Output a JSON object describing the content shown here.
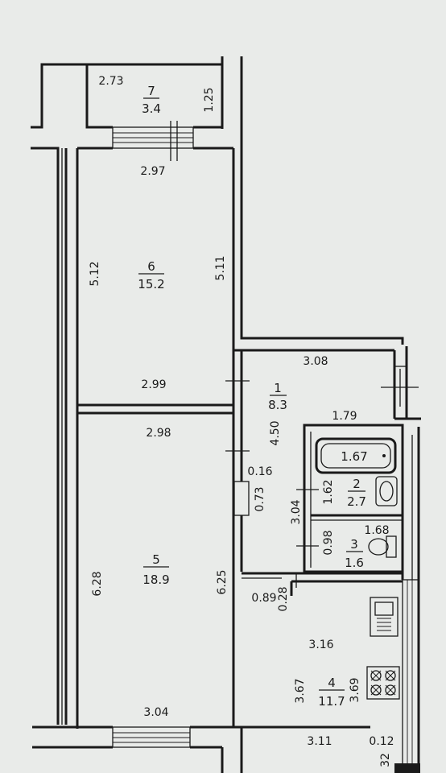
{
  "background": "#e9ebe9",
  "line_color": "#1a1a1a",
  "rooms": [
    {
      "number": "7",
      "area": "3.4"
    },
    {
      "number": "6",
      "area": "15.2"
    },
    {
      "number": "1",
      "area": "8.3"
    },
    {
      "number": "2",
      "area": "2.7"
    },
    {
      "number": "3",
      "area": "1.6"
    },
    {
      "number": "5",
      "area": "18.9"
    },
    {
      "number": "4",
      "area": "11.7"
    }
  ],
  "dimensions": {
    "balcony_width": "2.73",
    "balcony_depth": "1.25",
    "room6_top": "2.97",
    "room6_left": "5.12",
    "room6_right": "5.11",
    "room6_bottom": "2.99",
    "hall_top": "3.08",
    "hall_side": "4.50",
    "bath_top": "1.79",
    "tub_length": "1.67",
    "bath_side": "1.62",
    "bath_block_height": "3.04",
    "door_gap": "0.16",
    "door_niche": "0.73",
    "wc_width": "1.68",
    "wc_side": "0.98",
    "room5_top": "2.98",
    "room5_left": "6.28",
    "room5_right": "6.25",
    "room5_bottom": "3.04",
    "hall_recess": "0.89",
    "partition": "0.28",
    "kitchen_width": "3.16",
    "kitchen_left": "3.67",
    "kitchen_right": "3.69",
    "kitchen_bottom": "3.11",
    "kitchen_gap": "0.12",
    "cut_value": "32"
  }
}
